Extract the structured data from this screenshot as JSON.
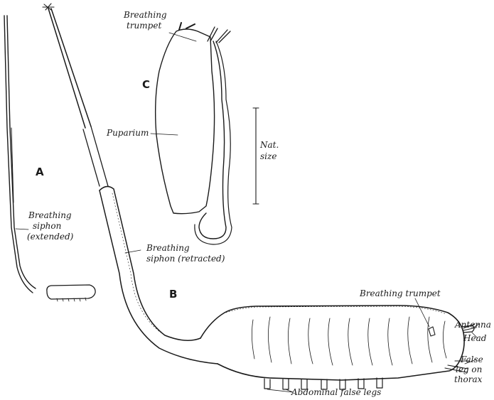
{
  "figure_letters": {
    "a": "A",
    "b": "B",
    "c": "C"
  },
  "labels": {
    "breathing_trumpet_c_line1": "Breathing",
    "breathing_trumpet_c_line2": "trumpet",
    "puparium": "Puparium",
    "nat_size_line1": "Nat.",
    "nat_size_line2": "size",
    "siphon_extended_line1": "Breathing",
    "siphon_extended_line2": "siphon",
    "siphon_extended_line3": "(extended)",
    "siphon_retracted_line1": "Breathing",
    "siphon_retracted_line2": "siphon (retracted)",
    "breathing_trumpet_b": "Breathing trumpet",
    "antenna": "Antenna",
    "head": "Head",
    "false_leg_line1": "False",
    "false_leg_line2": "leg on",
    "false_leg_line3": "thorax",
    "abdominal_false_legs": "Abdominal false legs"
  },
  "colors": {
    "ink": "#1a1a1a",
    "paper": "#ffffff"
  }
}
